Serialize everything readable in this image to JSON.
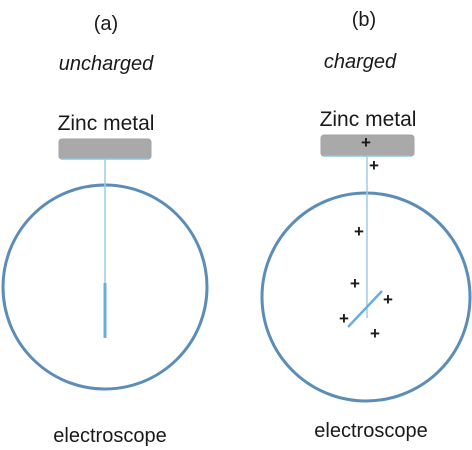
{
  "panels": [
    {
      "id_label": "(a)",
      "state_label": "uncharged",
      "metal_label": "Zinc metal",
      "scope_label": "electroscope",
      "charge_count": 0,
      "leaf": "collapsed"
    },
    {
      "id_label": "(b)",
      "state_label": "charged",
      "metal_label": "Zinc metal",
      "scope_label": "electroscope",
      "charge_symbol": "+",
      "charge_count": 7,
      "leaf": "diverged"
    }
  ],
  "colors": {
    "circle": "#5b8db8",
    "rod": "#9fcbe8",
    "leaf": "#6aaee0",
    "plate": "#a9a9a9",
    "plate_edge": "#8fc3e6",
    "text": "#1a1a1a"
  }
}
